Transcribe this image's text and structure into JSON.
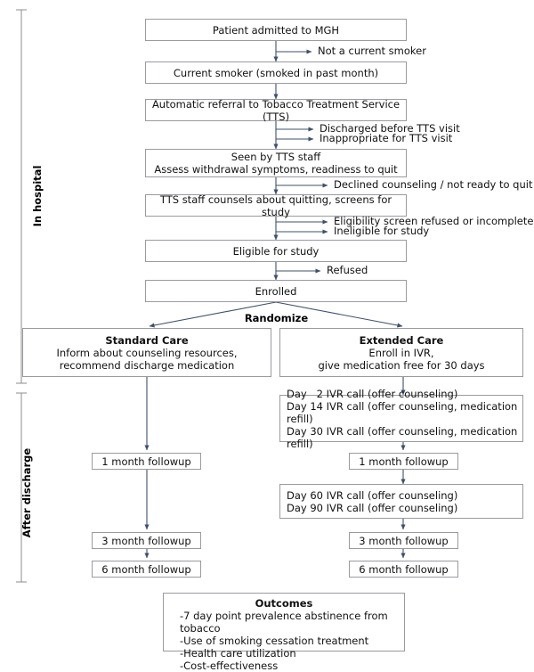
{
  "figure": {
    "type": "flowchart",
    "phase_labels": [
      {
        "id": "in-hospital",
        "text": "In hospital"
      },
      {
        "id": "after-discharge",
        "text": "After discharge"
      }
    ],
    "randomize_label": "Randomize",
    "nodes": [
      {
        "id": "admitted",
        "text": "Patient admitted to MGH"
      },
      {
        "id": "current-smoker",
        "text": "Current smoker (smoked in past month)"
      },
      {
        "id": "auto-referral",
        "text": "Automatic referral to Tobacco Treatment Service (TTS)"
      },
      {
        "id": "seen-by-tts-1",
        "text": "Seen by TTS staff"
      },
      {
        "id": "seen-by-tts-2",
        "text": "Assess withdrawal symptoms, readiness to quit"
      },
      {
        "id": "tts-counsels",
        "text": "TTS staff counsels about quitting, screens for study"
      },
      {
        "id": "eligible",
        "text": "Eligible for study"
      },
      {
        "id": "enrolled",
        "text": "Enrolled"
      },
      {
        "id": "standard-care-title",
        "text": "Standard Care"
      },
      {
        "id": "standard-care-l1",
        "text": "Inform about counseling resources,"
      },
      {
        "id": "standard-care-l2",
        "text": "recommend discharge medication"
      },
      {
        "id": "extended-care-title",
        "text": "Extended Care"
      },
      {
        "id": "extended-care-l1",
        "text": "Enroll in IVR,"
      },
      {
        "id": "extended-care-l2",
        "text": "give medication free for 30 days"
      },
      {
        "id": "ivr-early-1",
        "text": "Day   2 IVR call (offer counseling)"
      },
      {
        "id": "ivr-early-2",
        "text": "Day 14 IVR call (offer counseling, medication refill)"
      },
      {
        "id": "ivr-early-3",
        "text": "Day 30 IVR call (offer counseling, medication refill)"
      },
      {
        "id": "ivr-late-1",
        "text": "Day 60 IVR call (offer counseling)"
      },
      {
        "id": "ivr-late-2",
        "text": "Day 90 IVR call (offer counseling)"
      },
      {
        "id": "sc-1mo",
        "text": "1 month followup"
      },
      {
        "id": "sc-3mo",
        "text": "3 month followup"
      },
      {
        "id": "sc-6mo",
        "text": "6 month followup"
      },
      {
        "id": "ec-1mo",
        "text": "1 month followup"
      },
      {
        "id": "ec-3mo",
        "text": "3 month followup"
      },
      {
        "id": "ec-6mo",
        "text": "6 month followup"
      },
      {
        "id": "outcomes-title",
        "text": "Outcomes"
      },
      {
        "id": "outcomes-1",
        "text": "-7 day point prevalence abstinence from tobacco"
      },
      {
        "id": "outcomes-2",
        "text": "-Use of smoking cessation treatment"
      },
      {
        "id": "outcomes-3",
        "text": "-Health care utilization"
      },
      {
        "id": "outcomes-4",
        "text": "-Cost-effectiveness"
      }
    ],
    "exclusions": [
      {
        "id": "not-smoker",
        "text": "Not a current smoker"
      },
      {
        "id": "discharged-before",
        "text": "Discharged before TTS visit"
      },
      {
        "id": "inappropriate",
        "text": "Inappropriate for TTS visit"
      },
      {
        "id": "declined-counseling",
        "text": "Declined counseling / not ready to quit"
      },
      {
        "id": "screen-refused",
        "text": "Eligibility screen refused or incomplete"
      },
      {
        "id": "ineligible",
        "text": "Ineligible for study"
      },
      {
        "id": "refused",
        "text": "Refused"
      }
    ],
    "colors": {
      "box_border": "#9a9aa2",
      "arrow": "#3d506b",
      "bracket": "#808080",
      "text": "#111111",
      "background": "#ffffff"
    }
  }
}
